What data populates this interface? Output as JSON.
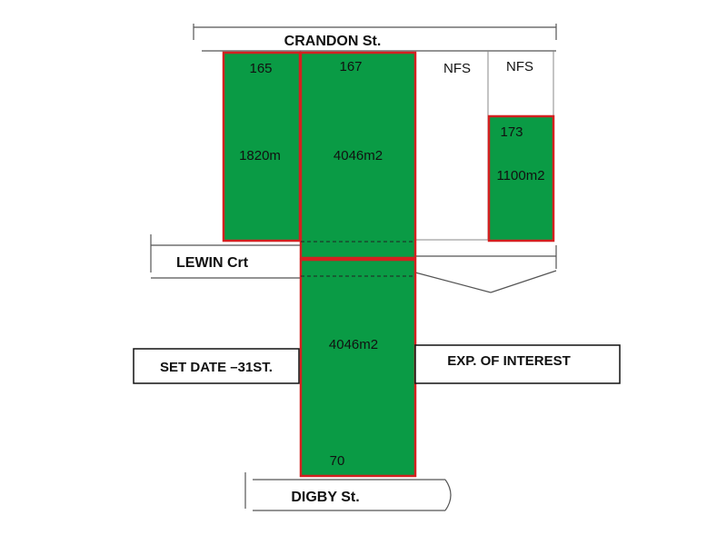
{
  "streets": {
    "north": "CRANDON St.",
    "middle": "LEWIN Crt",
    "south": "DIGBY St."
  },
  "lots": [
    {
      "number": "165",
      "area": "1820m"
    },
    {
      "number": "167",
      "area": "4046m2"
    },
    {
      "number": "173",
      "area": "1100m2"
    },
    {
      "number": "70",
      "area": "4046m2"
    }
  ],
  "nfs": [
    "NFS",
    "NFS"
  ],
  "notes": {
    "left": "SET DATE –31ST.",
    "right": "EXP. OF INTEREST"
  },
  "colors": {
    "lot_fill": "#0a9b45",
    "lot_border": "#d42020",
    "line": "#555555"
  }
}
